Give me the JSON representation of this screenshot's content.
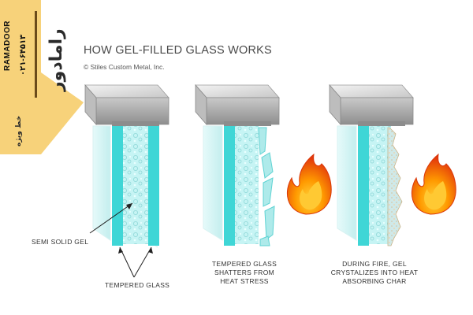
{
  "title": "HOW GEL-FILLED GLASS WORKS",
  "copyright": "© Stiles Custom Metal, Inc.",
  "labels": {
    "semi_solid_gel": "SEMI SOLID GEL",
    "tempered_glass": "TEMPERED GLASS"
  },
  "captions": {
    "stage2": [
      "TEMPERED GLASS",
      "SHATTERS FROM",
      "HEAT STRESS"
    ],
    "stage3": [
      "DURING FIRE, GEL",
      "CRYSTALIZES INTO HEAT",
      "ABSORBING CHAR"
    ]
  },
  "watermark": {
    "brand": "RAMADOOR",
    "phone": "۰۲۱-۶۴۵۱۳",
    "logo_text": "رامادور",
    "phone_label": "خط ویژه"
  },
  "colors": {
    "badge": "#f7d27a",
    "glass_face": "#bfeeee",
    "glass_edge": "#3fd6d6",
    "gel": "#b8f2f2",
    "frame_top": "#d4d4d4",
    "frame_front": "#a9a9a9",
    "flame_outer": "#e84a14",
    "flame_inner": "#ffb000"
  }
}
